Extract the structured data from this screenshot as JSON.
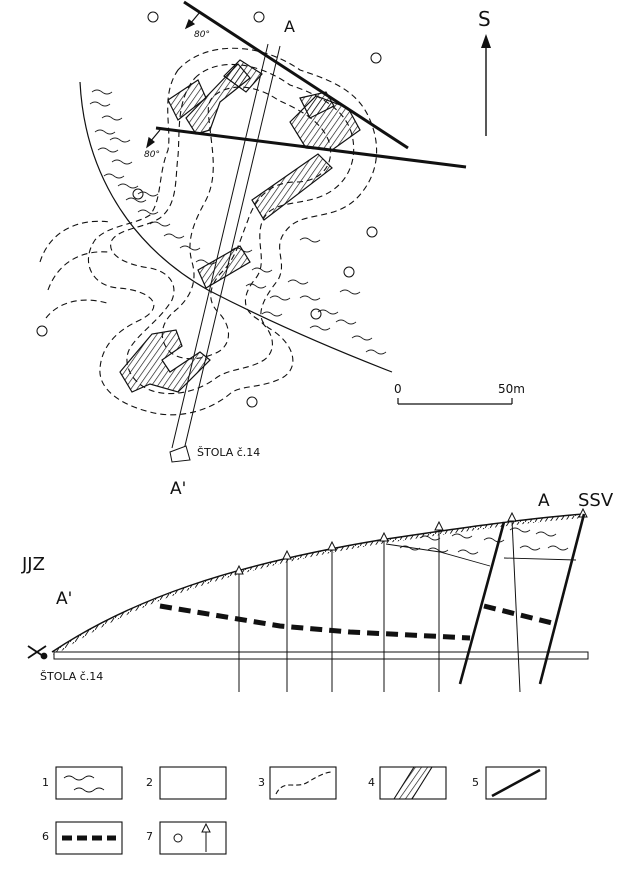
{
  "plan": {
    "north_label": "S",
    "section_start_label": "A",
    "section_end_label": "A'",
    "dip_labels": [
      "80°",
      "80°"
    ],
    "adit_label": "ŠTOLA č.14",
    "scale": {
      "zero_label": "0",
      "end_label": "50m"
    }
  },
  "section": {
    "left_direction": "JJZ",
    "right_direction": "SSV",
    "left_end_label": "A'",
    "right_end_label": "A",
    "adit_label": "ŠTOLA č.14"
  },
  "legend": {
    "items": [
      {
        "number": "1",
        "symbol": "wavy-pattern-icon"
      },
      {
        "number": "2",
        "symbol": "blank-box-icon"
      },
      {
        "number": "3",
        "symbol": "dashed-curve-icon"
      },
      {
        "number": "4",
        "symbol": "hatched-band-icon"
      },
      {
        "number": "5",
        "symbol": "fault-line-icon"
      },
      {
        "number": "6",
        "symbol": "thick-dashed-line-icon"
      },
      {
        "number": "7",
        "symbol": "borehole-circle-arrow-icon"
      }
    ]
  }
}
